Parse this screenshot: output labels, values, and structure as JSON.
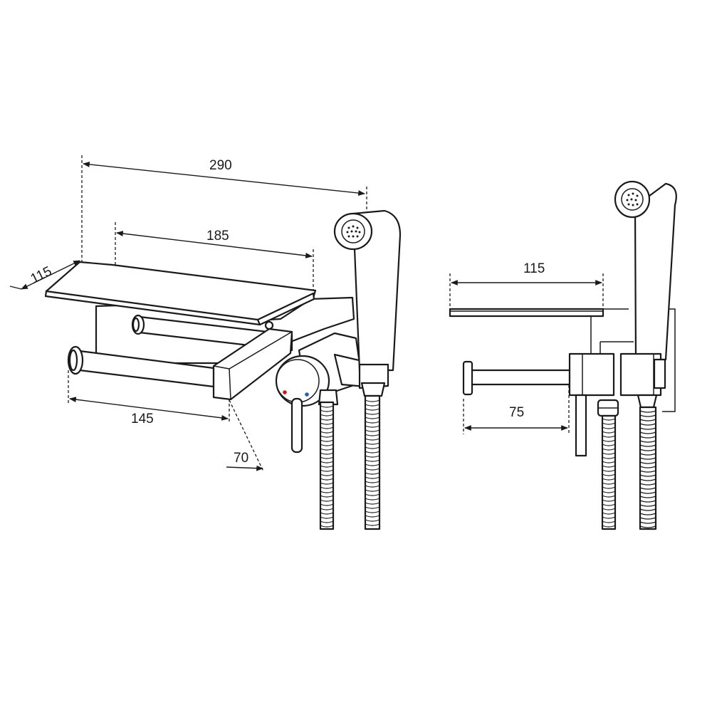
{
  "front_view": {
    "dimensions": {
      "overall_width": "290",
      "shelf_width": "185",
      "shelf_depth": "115",
      "roll_holder_width": "145",
      "holder_depth": "70"
    },
    "indicator_colors": {
      "hot": "#d0121b",
      "cold": "#1f5fbf"
    }
  },
  "side_view": {
    "dimensions": {
      "shelf_depth": "115",
      "holder_depth": "75"
    }
  }
}
